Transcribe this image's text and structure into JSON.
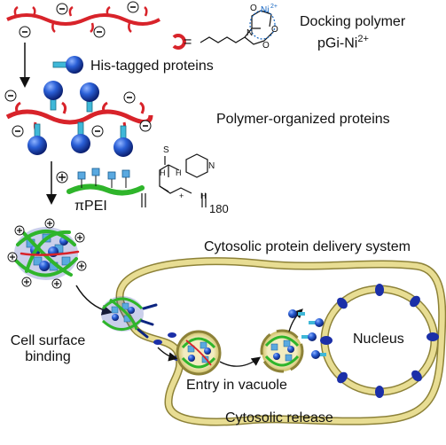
{
  "labels": {
    "docking_polymer_line1": "Docking polymer",
    "docking_polymer_line2": "pGi-Ni",
    "docking_polymer_sup": "2+",
    "his_tagged_proteins": "His-tagged proteins",
    "polymer_organized_proteins": "Polymer-organized proteins",
    "pi_pei": "πPEI",
    "cytosolic_delivery_system": "Cytosolic protein delivery system",
    "cell_surface_binding_line1": "Cell surface",
    "cell_surface_binding_line2": "binding",
    "entry_in_vacuole": "Entry in vacuole",
    "cytosolic_release": "Cytosolic release",
    "nucleus": "Nucleus",
    "equals_sign": "=",
    "repeat_count": "180",
    "chem_ni": "Ni",
    "chem_ni_charge": "2+",
    "chem_o": "O",
    "chem_n": "N",
    "chem_s": "S",
    "chem_h": "H",
    "chem_n_plus": "+"
  },
  "colors": {
    "polymer_red": "#d8232a",
    "protein_blue": "#1d4fc4",
    "protein_dark": "#0c2580",
    "his_tag_cyan": "#3fb8d8",
    "pei_green": "#2fb52b",
    "membrane_tan": "#d9cd78",
    "membrane_edge": "#8d8238",
    "nuclear_pore": "#1b2fa8",
    "ni_blue": "#1565c0"
  }
}
